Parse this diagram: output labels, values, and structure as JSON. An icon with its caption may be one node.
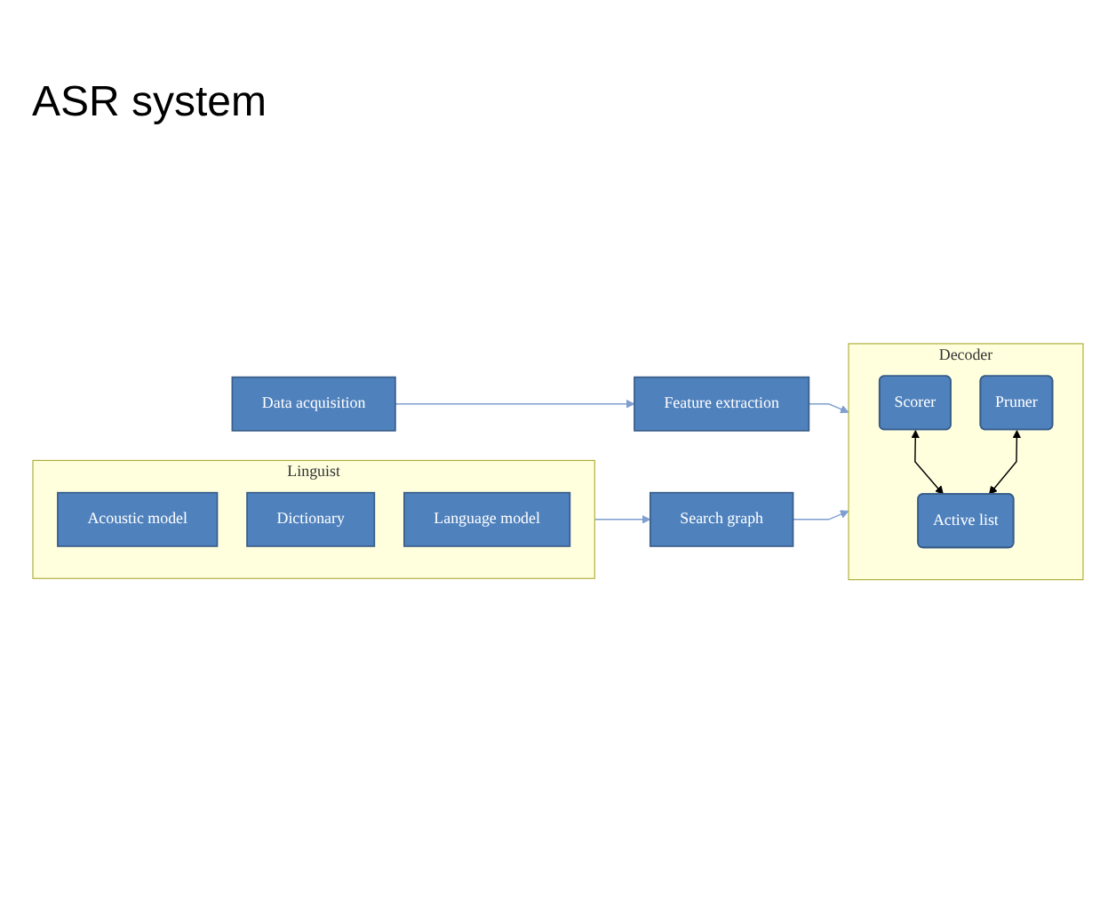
{
  "diagram": {
    "title": "ASR system",
    "nodes": [
      {
        "text": [
          "Linguist"
        ]
      },
      {
        "text": [
          "Acoustic model"
        ],
        "in": 0
      },
      {
        "text": [
          "Dictionary"
        ],
        "in": 0
      },
      {
        "text": [
          "Language model"
        ],
        "in": 0
      },
      {
        "text": [
          "Data acquisition"
        ]
      },
      {
        "text": [
          "Feature extraction"
        ]
      },
      {
        "text": [
          "Search graph"
        ]
      },
      {
        "text": [
          "Decoder"
        ]
      },
      {
        "text": [
          "Scorer"
        ],
        "in": 7
      },
      {
        "text": [
          "Pruner"
        ],
        "in": 7
      },
      {
        "text": [
          "Active list"
        ],
        "in": 7
      }
    ],
    "edges": [
      {
        "from": 4,
        "to": 5,
        "arrow": "to"
      },
      {
        "from": 5,
        "to": 7,
        "arrow": "to"
      },
      {
        "from": 0,
        "to": 6,
        "arrow": "to"
      },
      {
        "from": 6,
        "to": 7,
        "arrow": "to"
      },
      {
        "from": 8,
        "to": 10,
        "arrow": "both",
        "color": "#000000"
      },
      {
        "from": 9,
        "to": 10,
        "arrow": "both",
        "color": "#000000"
      }
    ]
  }
}
